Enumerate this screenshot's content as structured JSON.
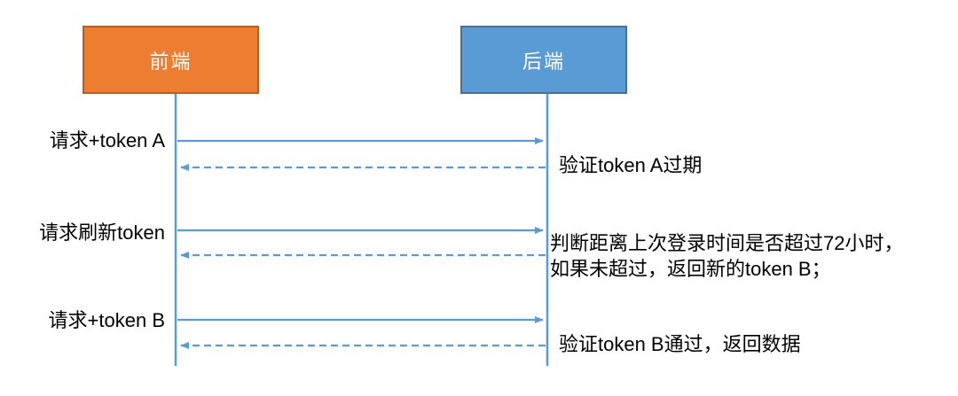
{
  "diagram": {
    "actors": {
      "frontend": "前端",
      "backend": "后端"
    },
    "exchanges": [
      {
        "request": "请求+token A",
        "response": "验证token A过期"
      },
      {
        "request": "请求刷新token",
        "response": "判断距离上次登录时间是否超过72小时，\n如果未超过，返回新的token B；"
      },
      {
        "request": "请求+token B",
        "response": "验证token B通过，返回数据"
      }
    ],
    "colors": {
      "frontend_fill": "#ED7D31",
      "frontend_border": "#C55A11",
      "backend_fill": "#5B9BD5",
      "backend_border": "#41719C",
      "arrow_line": "#5B9BD5",
      "label_text": "#000000"
    }
  }
}
